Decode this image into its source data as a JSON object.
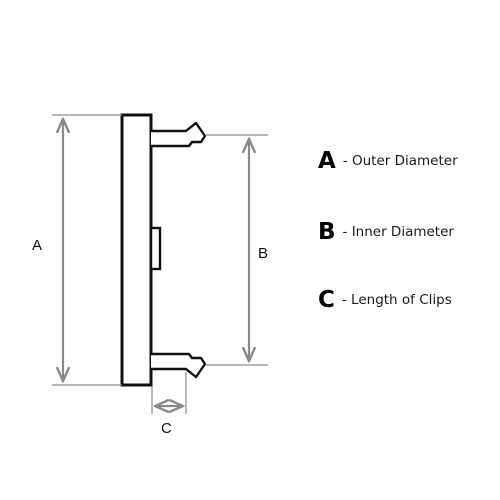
{
  "diagram": {
    "dimension_labels": {
      "a": "A",
      "b": "B",
      "c": "C"
    },
    "legend": [
      {
        "letter": "A",
        "description": "- Outer Diameter"
      },
      {
        "letter": "B",
        "description": "- Inner Diameter"
      },
      {
        "letter": "C",
        "description": "- Length of Clips"
      }
    ],
    "colors": {
      "outline": "#111111",
      "dimension_line": "#8a8a8a",
      "text": "#111111"
    }
  }
}
